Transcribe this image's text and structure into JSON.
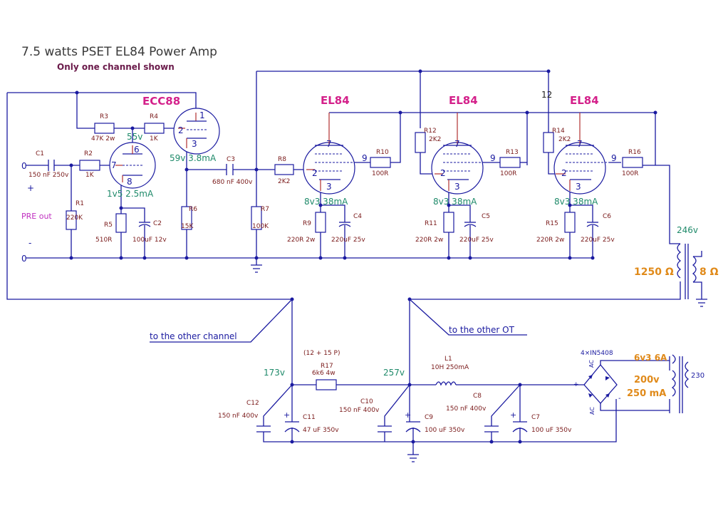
{
  "title": "7.5 watts PSET EL84 Power Amp",
  "subtitle": "Only one channel shown",
  "colors": {
    "wire": "#1a1aa0",
    "tube_name": "#d4208a",
    "operating_point": "#1f8a6a",
    "component_label": "#7a1a1a",
    "psu_highlight": "#e08a1a",
    "input_label": "#c030c0"
  },
  "tubes": {
    "v1": {
      "name": "ECC88",
      "pins": {
        "p1": "1",
        "p2": "2",
        "p3": "3",
        "p6": "6",
        "p7": "7",
        "p8": "8"
      },
      "op_upper": "59v 3.8mA",
      "op_lower": "1v5 2.5mA",
      "op_top": "55v"
    },
    "v2": {
      "name": "EL84",
      "pins": {
        "a": "7",
        "g2": "9",
        "g1": "2",
        "k": "3"
      },
      "op": "8v3 38mA"
    },
    "v3": {
      "name": "EL84",
      "pins": {
        "a": "7",
        "g2": "9",
        "g1": "2",
        "k": "3"
      },
      "op": "8v3 38mA"
    },
    "v4": {
      "name": "EL84",
      "pins": {
        "a": "7",
        "g2": "9",
        "g1": "2",
        "k": "3"
      },
      "op": "8v3 38mA"
    }
  },
  "components": {
    "C1": {
      "ref": "C1",
      "value": "150 nF 250v"
    },
    "R1": {
      "ref": "R1",
      "value": "220K"
    },
    "R2": {
      "ref": "R2",
      "value": "1K"
    },
    "R3": {
      "ref": "R3",
      "value": "47K 2w"
    },
    "R4": {
      "ref": "R4",
      "value": "1K"
    },
    "R5": {
      "ref": "R5",
      "value": "510R"
    },
    "C2": {
      "ref": "C2",
      "value": "100uF 12v"
    },
    "R6": {
      "ref": "R6",
      "value": "15K"
    },
    "C3": {
      "ref": "C3",
      "value": "680 nF 400v"
    },
    "R7": {
      "ref": "R7",
      "value": "100K"
    },
    "R8": {
      "ref": "R8",
      "value": "2K2"
    },
    "R9": {
      "ref": "R9",
      "value": "220R 2w"
    },
    "C4": {
      "ref": "C4",
      "value": "220uF 25v"
    },
    "R10": {
      "ref": "R10",
      "value": "100R"
    },
    "R11": {
      "ref": "R11",
      "value": "220R 2w"
    },
    "C5": {
      "ref": "C5",
      "value": "220uF 25v"
    },
    "R12": {
      "ref": "R12",
      "value": "2K2"
    },
    "R13": {
      "ref": "R13",
      "value": "100R"
    },
    "R14": {
      "ref": "R14",
      "value": "2K2"
    },
    "R15": {
      "ref": "R15",
      "value": "220R 2w"
    },
    "C6": {
      "ref": "C6",
      "value": "220uF 25v"
    },
    "R16": {
      "ref": "R16",
      "value": "100R"
    },
    "R17": {
      "ref": "R17",
      "value": "6k6 4w"
    },
    "L1": {
      "ref": "L1",
      "value": "10H 250mA"
    },
    "C7": {
      "ref": "C7",
      "value": "100 uF 350v"
    },
    "C8": {
      "ref": "C8",
      "value": "150 nF 400v"
    },
    "C9": {
      "ref": "C9",
      "value": "100 uF 350v"
    },
    "C10": {
      "ref": "C10",
      "value": "150 nF 400v"
    },
    "C11": {
      "ref": "C11",
      "value": "47 uF 350v"
    },
    "C12": {
      "ref": "C12",
      "value": "150 nF 400v"
    }
  },
  "input": {
    "zero_top": "0",
    "zero_bottom": "0",
    "plus": "+",
    "minus": "-",
    "label": "PRE out"
  },
  "output": {
    "b_plus": "246v",
    "primary": "1250 Ω",
    "secondary": "8 Ω"
  },
  "notes": {
    "other_channel": "to the other channel",
    "other_ot": "to the other OT",
    "r17_combo": "(12 + 15 P)",
    "node_12": "12"
  },
  "psu": {
    "v173": "173v",
    "v257": "257v",
    "bridge": "4×IN5408",
    "heater": "6v3 6A",
    "hv": "200v",
    "hv_current": "250 mA",
    "mains": "230",
    "ac1": "AC",
    "ac2": "AC",
    "plus": "+",
    "minus": "-"
  }
}
